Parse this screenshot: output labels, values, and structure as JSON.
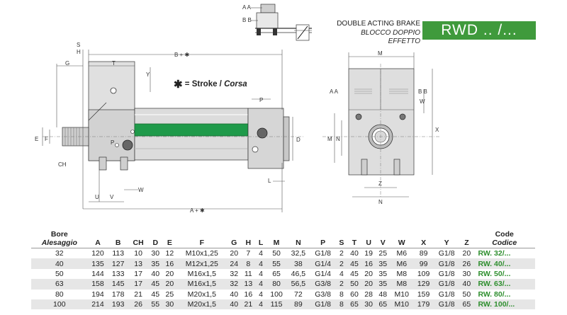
{
  "header": {
    "title": "DOUBLE ACTING BRAKE",
    "subtitle": "BLOCCO DOPPIO EFFETTO",
    "code_badge": "RWD .. /..."
  },
  "stroke_note": {
    "symbol": "✱",
    "text": "= Stroke / ",
    "text_italic": "Corsa"
  },
  "inset_labels": {
    "aa": "A A",
    "bb": "B B"
  },
  "side_view_labels": {
    "s": "S",
    "h": "H",
    "g": "G",
    "t": "T",
    "y": "Y",
    "b_plus": "B + ✱",
    "e": "E",
    "f": "F",
    "ch": "CH",
    "p": "P",
    "p2": "P",
    "d": "D",
    "l": "L",
    "u": "U",
    "v": "V",
    "w": "W",
    "a_plus": "A + ✱"
  },
  "front_view_labels": {
    "m_top": "M",
    "aa": "A A",
    "bb": "B B",
    "w": "W",
    "x": "X",
    "m_side": "M",
    "n_side": "N",
    "z": "Z",
    "n_bottom": "N"
  },
  "colors": {
    "accent_green": "#3f9a3c",
    "rod_green": "#1f9a4a",
    "code_green": "#2f8f2f",
    "body_gray": "#d9d9d9"
  },
  "table": {
    "headers": [
      {
        "main": "Bore",
        "sub": "Alesaggio"
      },
      {
        "main": "A",
        "sub": ""
      },
      {
        "main": "B",
        "sub": ""
      },
      {
        "main": "CH",
        "sub": ""
      },
      {
        "main": "D",
        "sub": ""
      },
      {
        "main": "E",
        "sub": ""
      },
      {
        "main": "F",
        "sub": ""
      },
      {
        "main": "G",
        "sub": ""
      },
      {
        "main": "H",
        "sub": ""
      },
      {
        "main": "L",
        "sub": ""
      },
      {
        "main": "M",
        "sub": ""
      },
      {
        "main": "N",
        "sub": ""
      },
      {
        "main": "P",
        "sub": ""
      },
      {
        "main": "S",
        "sub": ""
      },
      {
        "main": "T",
        "sub": ""
      },
      {
        "main": "U",
        "sub": ""
      },
      {
        "main": "V",
        "sub": ""
      },
      {
        "main": "W",
        "sub": ""
      },
      {
        "main": "X",
        "sub": ""
      },
      {
        "main": "Y",
        "sub": ""
      },
      {
        "main": "Z",
        "sub": ""
      },
      {
        "main": "Code",
        "sub": "Codice"
      }
    ],
    "rows": [
      [
        "32",
        "120",
        "113",
        "10",
        "30",
        "12",
        "M10x1,25",
        "20",
        "7",
        "4",
        "50",
        "32,5",
        "G1/8",
        "2",
        "40",
        "19",
        "25",
        "M6",
        "89",
        "G1/8",
        "20",
        "RW. 32/..."
      ],
      [
        "40",
        "135",
        "127",
        "13",
        "35",
        "16",
        "M12x1,25",
        "24",
        "8",
        "4",
        "55",
        "38",
        "G1/4",
        "2",
        "45",
        "16",
        "35",
        "M6",
        "99",
        "G1/8",
        "26",
        "RW. 40/..."
      ],
      [
        "50",
        "144",
        "133",
        "17",
        "40",
        "20",
        "M16x1,5",
        "32",
        "11",
        "4",
        "65",
        "46,5",
        "G1/4",
        "4",
        "45",
        "20",
        "35",
        "M8",
        "109",
        "G1/8",
        "30",
        "RW. 50/..."
      ],
      [
        "63",
        "158",
        "145",
        "17",
        "45",
        "20",
        "M16x1,5",
        "32",
        "13",
        "4",
        "80",
        "56,5",
        "G3/8",
        "2",
        "50",
        "20",
        "35",
        "M8",
        "129",
        "G1/8",
        "40",
        "RW. 63/..."
      ],
      [
        "80",
        "194",
        "178",
        "21",
        "45",
        "25",
        "M20x1,5",
        "40",
        "16",
        "4",
        "100",
        "72",
        "G3/8",
        "8",
        "60",
        "28",
        "48",
        "M10",
        "159",
        "G1/8",
        "50",
        "RW. 80/..."
      ],
      [
        "100",
        "214",
        "193",
        "26",
        "55",
        "30",
        "M20x1,5",
        "40",
        "21",
        "4",
        "115",
        "89",
        "G1/8",
        "8",
        "65",
        "30",
        "65",
        "M10",
        "179",
        "G1/8",
        "65",
        "RW. 100/..."
      ]
    ]
  }
}
